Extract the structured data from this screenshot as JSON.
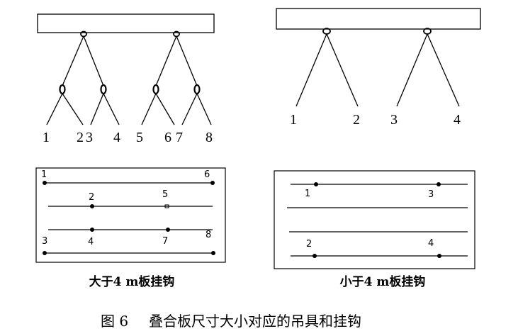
{
  "left_panel": {
    "rigging_labels": [
      "1",
      "2",
      "3",
      "4",
      "5",
      "6",
      "7",
      "8"
    ],
    "plan_labels": [
      "1",
      "2",
      "3",
      "4",
      "5",
      "6",
      "7",
      "8"
    ],
    "caption": "大于4 m板挂钩"
  },
  "right_panel": {
    "rigging_labels": [
      "1",
      "2",
      "3",
      "4"
    ],
    "plan_labels": [
      "1",
      "2",
      "3",
      "4"
    ],
    "caption": "小于4 m板挂钩"
  },
  "figure_caption": {
    "number": "图 6",
    "title": "叠合板尺寸大小对应的吊具和挂钩"
  }
}
